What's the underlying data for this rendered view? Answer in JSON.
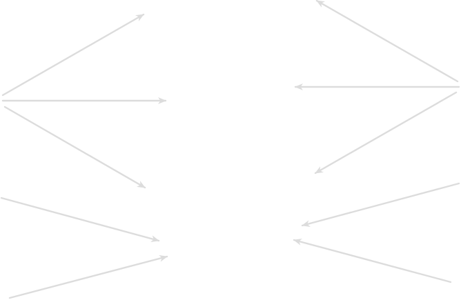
{
  "diagram": {
    "arrow_color": "#dcdcdc",
    "background_color": "#ffffff",
    "arrows": [
      {
        "name": "arrow-left-upper"
      },
      {
        "name": "arrow-left-middle"
      },
      {
        "name": "arrow-left-lower"
      },
      {
        "name": "arrow-left-bottom-1"
      },
      {
        "name": "arrow-left-bottom-2"
      },
      {
        "name": "arrow-right-upper"
      },
      {
        "name": "arrow-right-middle"
      },
      {
        "name": "arrow-right-lower"
      },
      {
        "name": "arrow-right-bottom-1"
      },
      {
        "name": "arrow-right-bottom-2"
      }
    ]
  }
}
